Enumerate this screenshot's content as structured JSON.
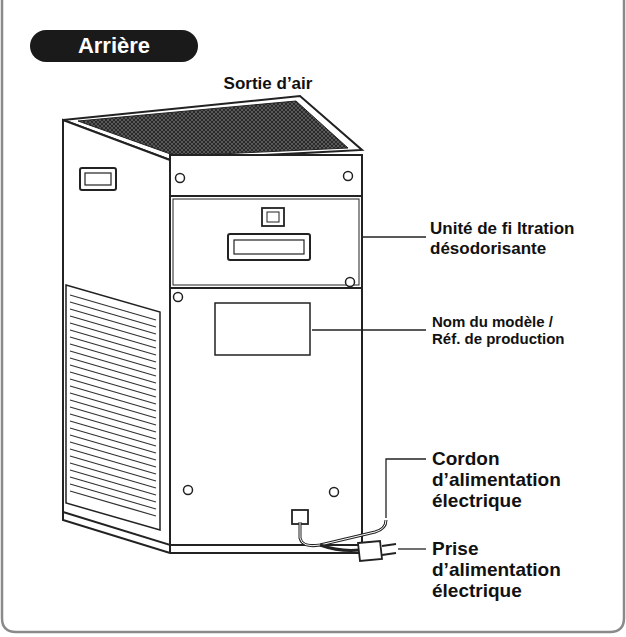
{
  "diagram": {
    "nodes": [
      {
        "text": [
          "Arrière"
        ]
      }
    ],
    "labels": [
      "Sortie d’air",
      "Unité de fi ltration désodorisante",
      "Nom du modèle / Réf. de production",
      "Cordon d’alimentation électrique",
      "Prise d’alimentation électrique"
    ]
  }
}
